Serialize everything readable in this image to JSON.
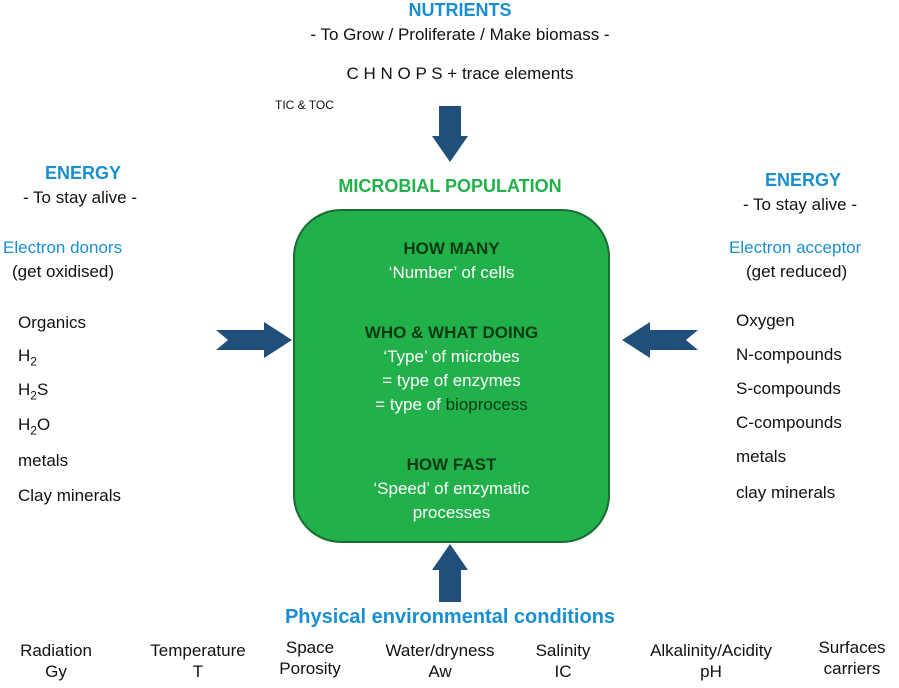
{
  "nutrients": {
    "title": "NUTRIENTS",
    "subtitle": "- To Grow / Proliferate / Make biomass -",
    "elements": "C H N O P S + trace elements",
    "tic_toc": "TIC & TOC"
  },
  "population": {
    "title": "MICROBIAL POPULATION",
    "how_many": "HOW MANY",
    "number_of_cells": "‘Number’ of cells",
    "who_what": "WHO & WHAT DOING",
    "type_microbes": "‘Type’ of microbes",
    "type_enzymes": "= type of enzymes",
    "type_of_prefix": "= type of ",
    "bioprocess": "bioprocess",
    "how_fast": "HOW FAST",
    "speed_line1": "‘Speed’ of enzymatic",
    "speed_line2": "processes"
  },
  "energy_left": {
    "title": "ENERGY",
    "subtitle": "- To stay alive -",
    "role": "Electron donors",
    "role_note": "(get oxidised)",
    "items": {
      "organics": "Organics",
      "h2": {
        "base": "H",
        "sub": "2"
      },
      "h2s": {
        "base": "H",
        "sub": "2",
        "tail": "S"
      },
      "h2o": {
        "base": "H",
        "sub": "2",
        "tail": "O"
      },
      "metals": "metals",
      "clay": "Clay minerals"
    }
  },
  "energy_right": {
    "title": "ENERGY",
    "subtitle": "- To stay alive -",
    "role": "Electron acceptor",
    "role_note": "(get reduced)",
    "items": [
      "Oxygen",
      "N-compounds",
      "S-compounds",
      "C-compounds",
      "metals",
      "clay minerals"
    ]
  },
  "conditions": {
    "title": "Physical environmental conditions",
    "items": [
      {
        "line1": "Radiation",
        "line2": "Gy"
      },
      {
        "line1": "Temperature",
        "line2": "T"
      },
      {
        "line1": "Space",
        "line2": "Porosity"
      },
      {
        "line1": "Water/dryness",
        "line2": "Aw"
      },
      {
        "line1": "Salinity",
        "line2": "IC"
      },
      {
        "line1": "Alkalinity/Acidity",
        "line2": "pH"
      },
      {
        "line1": "Surfaces",
        "line2": "carriers"
      }
    ]
  },
  "colors": {
    "box_fill": "#22b04a",
    "box_border": "#1a6b30",
    "heading_blue": "#1a8fd0",
    "population_green": "#22b04a",
    "arrow_blue": "#1f4f7a"
  }
}
